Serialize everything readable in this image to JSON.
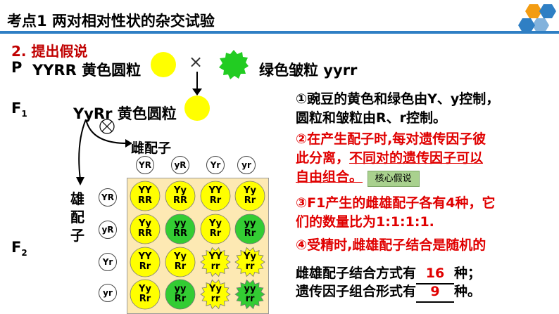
{
  "header": {
    "title": "考点1  两对相对性状的杂交试验",
    "subtitle": "2. 提出假说"
  },
  "cross": {
    "p_label": "P",
    "p_left": "YYRR 黄色圆粒",
    "times": "×",
    "p_right": "绿色皱粒 yyrr",
    "f1_label": "F",
    "f1_sub": "1",
    "f1_text": "YyRr 黄色圆粒",
    "self_symbol": "⊗",
    "female_gametes": "雌配子",
    "male_gametes": "雄配子",
    "f2_label": "F",
    "f2_sub": "2"
  },
  "gametes_top": [
    "YR",
    "yR",
    "Yr",
    "yr"
  ],
  "gametes_left": [
    "YR",
    "yR",
    "Yr",
    "yr"
  ],
  "punnett": [
    [
      {
        "top": "YY",
        "bot": "RR",
        "pheno": "yellow-round"
      },
      {
        "top": "Yy",
        "bot": "RR",
        "pheno": "yellow-round"
      },
      {
        "top": "YY",
        "bot": "Rr",
        "pheno": "yellow-round"
      },
      {
        "top": "Yy",
        "bot": "Rr",
        "pheno": "yellow-round"
      }
    ],
    [
      {
        "top": "Yy",
        "bot": "RR",
        "pheno": "yellow-round"
      },
      {
        "top": "yy",
        "bot": "RR",
        "pheno": "green-round"
      },
      {
        "top": "Yy",
        "bot": "Rr",
        "pheno": "yellow-round"
      },
      {
        "top": "yy",
        "bot": "Rr",
        "pheno": "green-round"
      }
    ],
    [
      {
        "top": "YY",
        "bot": "Rr",
        "pheno": "yellow-round"
      },
      {
        "top": "Yy",
        "bot": "Rr",
        "pheno": "yellow-round"
      },
      {
        "top": "YY",
        "bot": "rr",
        "pheno": "yellow-wrinkled"
      },
      {
        "top": "Yy",
        "bot": "rr",
        "pheno": "yellow-wrinkled"
      }
    ],
    [
      {
        "top": "Yy",
        "bot": "Rr",
        "pheno": "yellow-round"
      },
      {
        "top": "yy",
        "bot": "Rr",
        "pheno": "green-round"
      },
      {
        "top": "Yy",
        "bot": "rr",
        "pheno": "yellow-wrinkled"
      },
      {
        "top": "yy",
        "bot": "rr",
        "pheno": "green-wrinkled"
      }
    ]
  ],
  "points": {
    "p1a": "①豌豆的黄色和绿色由Y、y控制，",
    "p1b": "圆粒和皱粒由R、r控制。",
    "p2a": "②在产生配子时,每对遗传因子彼",
    "p2b_1": "此分离，",
    "p2b_2": "不同对的遗传因子可以",
    "p2c": "自由组合。",
    "tag": "核心假说",
    "p3a": "③F1产生的雌雄配子各有4种，它",
    "p3b": "们的数量比为1:1:1:1.",
    "p4": "④受精时,雌雄配子结合是随机的"
  },
  "questions": {
    "q1_pre": "雌雄配子结合方式有",
    "q1_ans": "16",
    "q1_post": "种；",
    "q2_pre": "遗传因子组合形式有",
    "q2_ans": "9",
    "q2_post": "种。"
  },
  "colors": {
    "yellow": "#ffff00",
    "green": "#33cc33",
    "accent_blue": "#2f7fc4",
    "red": "#e00000"
  }
}
